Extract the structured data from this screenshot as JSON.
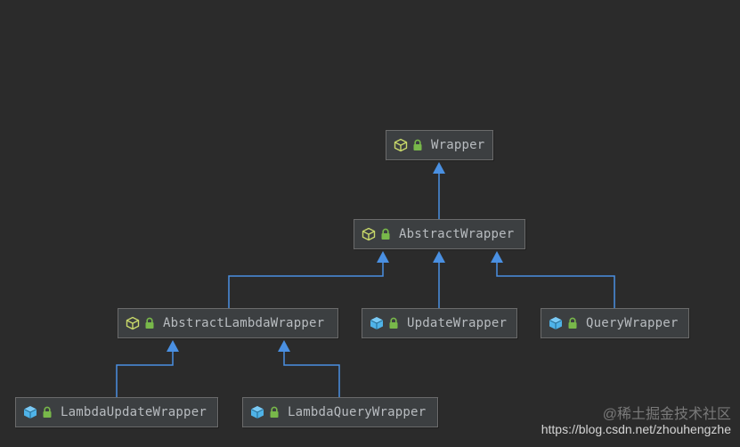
{
  "diagram": {
    "nodes": [
      {
        "id": "wrapper",
        "label": "Wrapper",
        "kind": "abstract"
      },
      {
        "id": "abstract_wrapper",
        "label": "AbstractWrapper",
        "kind": "abstract"
      },
      {
        "id": "abstract_lambda_wrapper",
        "label": "AbstractLambdaWrapper",
        "kind": "abstract"
      },
      {
        "id": "update_wrapper",
        "label": "UpdateWrapper",
        "kind": "class"
      },
      {
        "id": "query_wrapper",
        "label": "QueryWrapper",
        "kind": "class"
      },
      {
        "id": "lambda_update_wrapper",
        "label": "LambdaUpdateWrapper",
        "kind": "class"
      },
      {
        "id": "lambda_query_wrapper",
        "label": "LambdaQueryWrapper",
        "kind": "class"
      }
    ],
    "edges": [
      {
        "from": "abstract_wrapper",
        "to": "wrapper"
      },
      {
        "from": "abstract_lambda_wrapper",
        "to": "abstract_wrapper"
      },
      {
        "from": "update_wrapper",
        "to": "abstract_wrapper"
      },
      {
        "from": "query_wrapper",
        "to": "abstract_wrapper"
      },
      {
        "from": "lambda_update_wrapper",
        "to": "abstract_lambda_wrapper"
      },
      {
        "from": "lambda_query_wrapper",
        "to": "abstract_lambda_wrapper"
      }
    ]
  },
  "icons": {
    "abstract": "abstract-class-icon",
    "class": "class-icon",
    "lock": "lock-icon"
  },
  "colors": {
    "background": "#2b2b2b",
    "node_fill": "#3c3f41",
    "node_border": "#6b6b6b",
    "edge": "#4a90e2",
    "abstract_icon": "#c8d86a",
    "class_icon": "#4fb3e8",
    "lock": "#78b84a"
  },
  "watermark": {
    "line1": "@稀土掘金技术社区",
    "line2": "https://blog.csdn.net/zhouhengzhe"
  }
}
